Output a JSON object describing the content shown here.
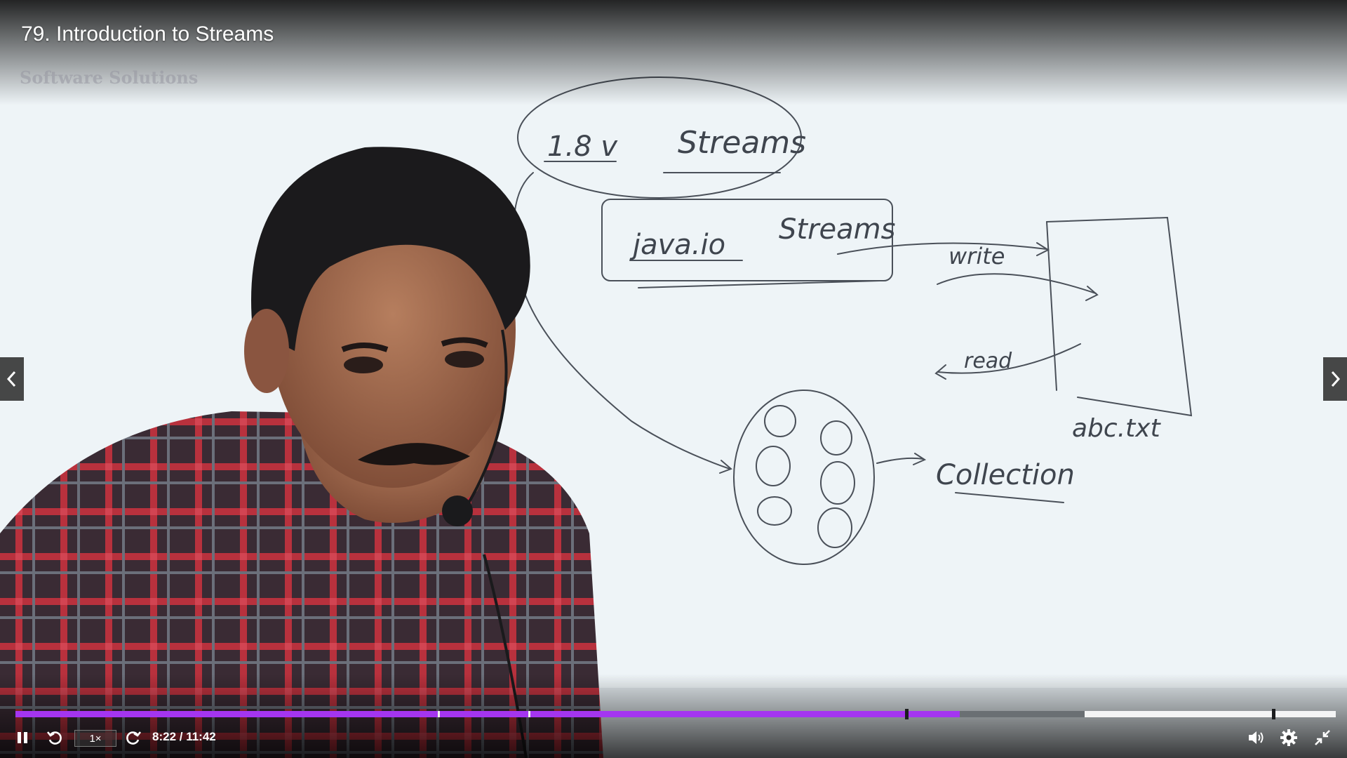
{
  "lecture": {
    "title": "79. Introduction to Streams"
  },
  "watermark": {
    "text": "Software Solutions"
  },
  "whiteboard": {
    "label_1_8v": "1.8 v",
    "label_streams_top": "Streams",
    "label_java_io": "java.io",
    "label_streams_box": "Streams",
    "label_write": "write",
    "label_read": "read",
    "label_file": "abc.txt",
    "label_collection": "Collection"
  },
  "controls": {
    "speed": "1×",
    "time": "8:22 / 11:42",
    "icons": {
      "pause": "pause-icon",
      "rewind": "rewind-icon",
      "forward": "forward-icon",
      "volume": "volume-icon",
      "settings": "gear-icon",
      "exit_fullscreen": "exit-fullscreen-icon",
      "prev": "chevron-left-icon",
      "next": "chevron-right-icon"
    },
    "progress": {
      "played_fraction": 0.7152,
      "buffered_fraction": 0.81
    }
  },
  "colors": {
    "accent": "#a435f0",
    "buffered": "#6a6f73",
    "board": "#eef4f7",
    "ink": "#444a52"
  }
}
